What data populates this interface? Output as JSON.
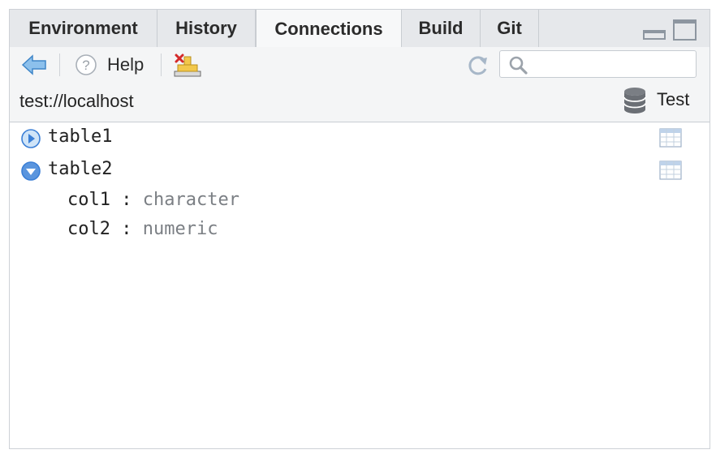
{
  "tabs": [
    {
      "label": "Environment",
      "active": false
    },
    {
      "label": "History",
      "active": false
    },
    {
      "label": "Connections",
      "active": true
    },
    {
      "label": "Build",
      "active": false
    },
    {
      "label": "Git",
      "active": false
    }
  ],
  "toolbar": {
    "back_icon": "back-arrow-icon",
    "help_icon": "question-icon",
    "help_label": "Help",
    "disconnect_icon": "disconnect-icon",
    "refresh_icon": "refresh-icon",
    "search_icon": "search-icon",
    "search_value": ""
  },
  "connection": {
    "url": "test://localhost",
    "name": "Test",
    "icon": "database-icon"
  },
  "tables": [
    {
      "name": "table1",
      "expanded": false,
      "columns": []
    },
    {
      "name": "table2",
      "expanded": true,
      "columns": [
        {
          "name": "col1",
          "sep": ":",
          "type": "character"
        },
        {
          "name": "col2",
          "sep": ":",
          "type": "numeric"
        }
      ]
    }
  ],
  "colors": {
    "tab_bg": "#e6e8eb",
    "active_tab_bg": "#f7f8f9",
    "toolbar_bg": "#f4f5f6",
    "expander_blue": "#3b7fd6",
    "type_gray": "#7b7f84"
  }
}
